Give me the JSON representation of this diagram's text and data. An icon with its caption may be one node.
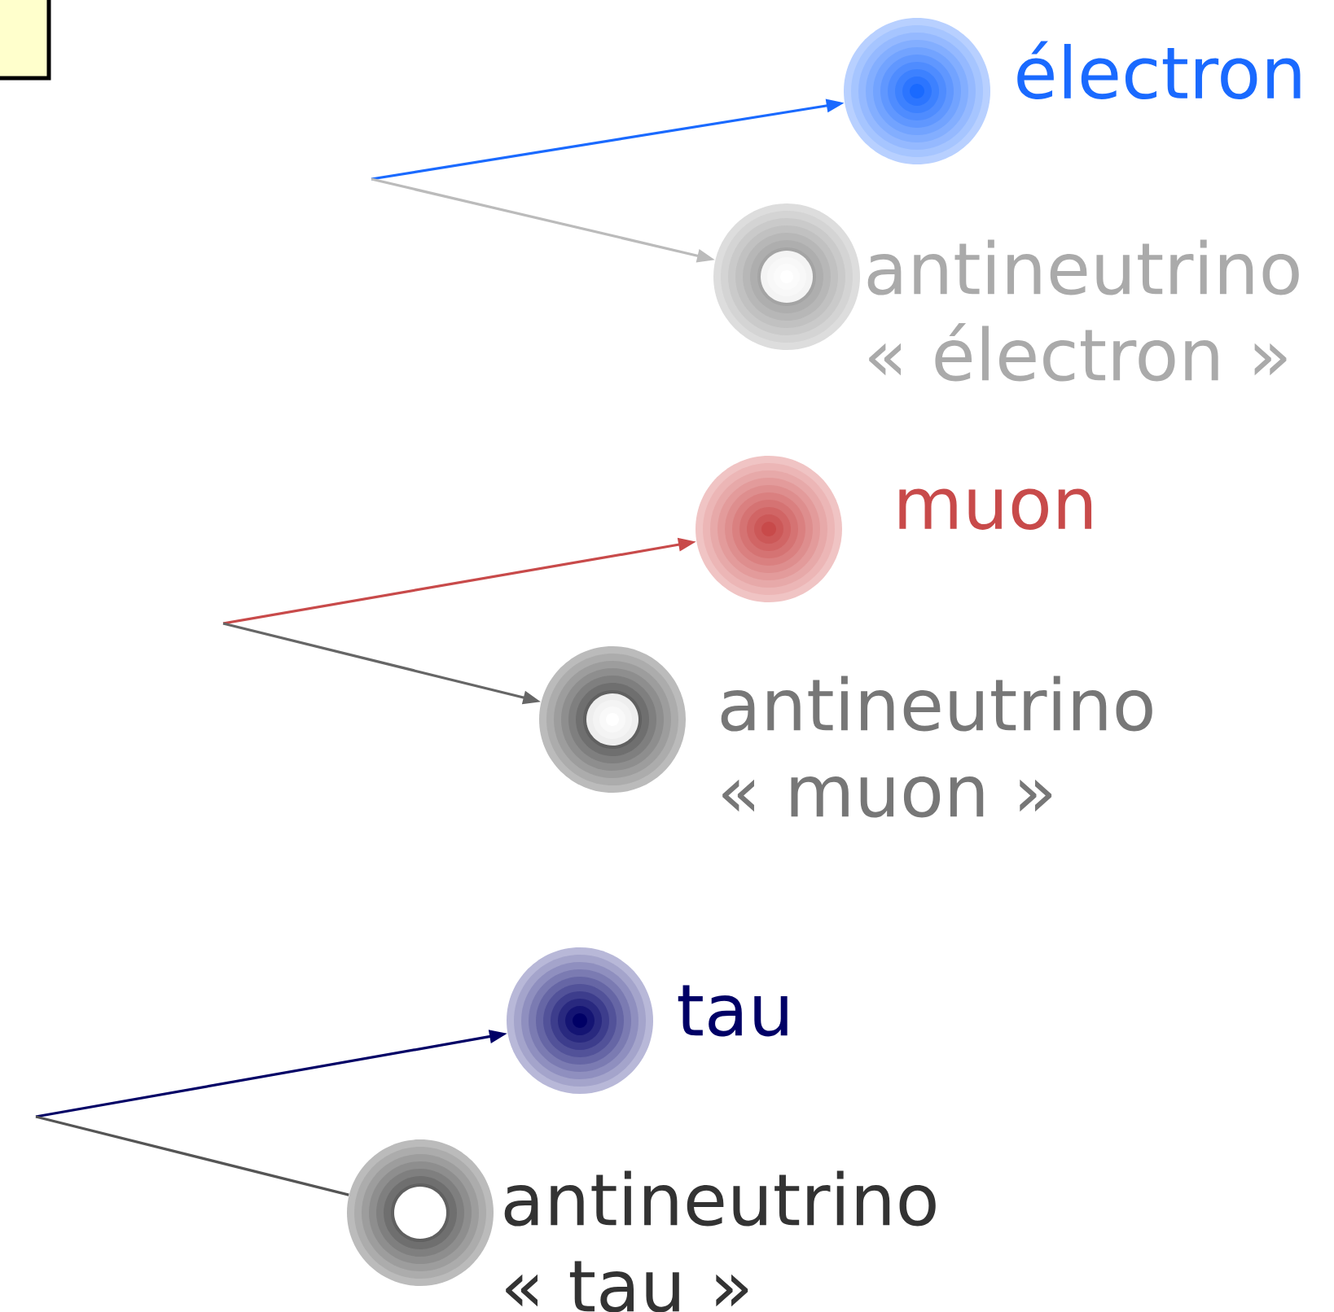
{
  "diagram": {
    "nodes": [
      {
        "text": [],
        "shape": "circle",
        "beside": [
          "électron"
        ]
      },
      {
        "text": [],
        "shape": "circle",
        "beside": [
          "antineutrino « électron »"
        ]
      },
      {
        "text": [],
        "shape": "circle",
        "beside": [
          "muon"
        ]
      },
      {
        "text": [],
        "shape": "circle",
        "beside": [
          "antineutrino « muon »"
        ]
      },
      {
        "text": [],
        "shape": "circle",
        "beside": [
          "tau"
        ]
      },
      {
        "text": [],
        "shape": "circle",
        "beside": [
          "antineutrino « tau »"
        ]
      }
    ],
    "edges": [
      {
        "from": null,
        "to": 0,
        "arrow": "to",
        "color": "#1a6aff"
      },
      {
        "from": null,
        "to": 1,
        "arrow": "to",
        "color": "#bbbbbb"
      },
      {
        "from": null,
        "to": 2,
        "arrow": "to",
        "color": "#c84a4a"
      },
      {
        "from": null,
        "to": 3,
        "arrow": "to",
        "color": "#666666"
      },
      {
        "from": null,
        "to": 4,
        "arrow": "to",
        "color": "#000066"
      },
      {
        "from": null,
        "to": 5,
        "arrow": "none",
        "color": "#555555"
      }
    ]
  }
}
